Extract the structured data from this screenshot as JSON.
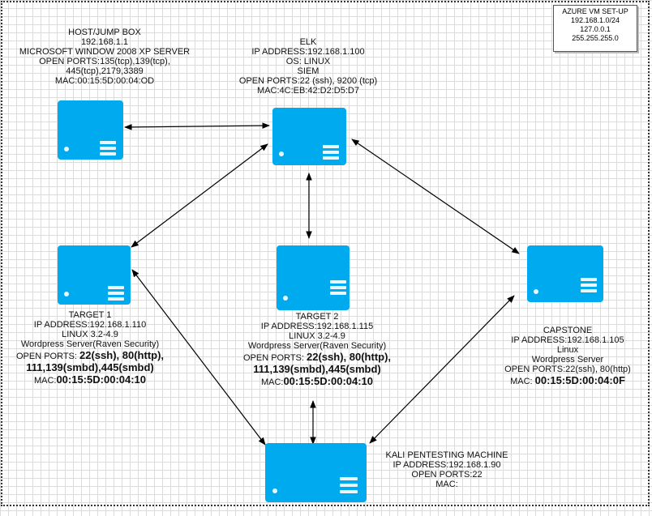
{
  "legend": {
    "lines": [
      "AZURE VM SET-UP",
      "192.168.1.0/24",
      "127.0.0.1",
      "255.255.255.0"
    ]
  },
  "nodes": {
    "host": {
      "lines": [
        "HOST/JUMP BOX",
        "192.168.1.1",
        "MICROSOFT WINDOW 2008 XP SERVER",
        "OPEN PORTS:135(tcp),139(tcp),",
        "445(tcp),2179,3389",
        "MAC:00:15:5D:00:04:OD"
      ]
    },
    "elk": {
      "lines": [
        "ELK",
        "IP ADDRESS:192.168.1.100",
        "OS: LINUX",
        "SIEM",
        "OPEN PORTS:22 (ssh), 9200 (tcp)",
        "MAC:4C:EB:42:D2:D5:D7"
      ]
    },
    "target1": {
      "line1": "TARGET 1",
      "line2": "IP ADDRESS:192.168.1.110",
      "line3": "LINUX 3.2-4.9",
      "line4": "Wordpress Server(Raven Security)",
      "ports_prefix": "OPEN PORTS: ",
      "ports_a": "22(ssh), 80(http),",
      "ports_b": "111,139(smbd),445(smbd)",
      "mac_prefix": "MAC:",
      "mac": "00:15:5D:00:04:10"
    },
    "target2": {
      "line1": "TARGET 2",
      "line2": "IP ADDRESS:192.168.1.115",
      "line3": "LINUX 3.2-4.9",
      "line4": "Wordpress Server(Raven Security)",
      "ports_prefix": "OPEN PORTS: ",
      "ports_a": "22(ssh), 80(http),",
      "ports_b": "111,139(smbd),445(smbd)",
      "mac_prefix": "MAC:",
      "mac": "00:15:5D:00:04:10"
    },
    "capstone": {
      "line1": "CAPSTONE",
      "line2": "IP ADDRESS:192.168.1.105",
      "line3": "Linux",
      "line4": "Wordpress Server",
      "line5": "OPEN PORTS:22(ssh), 80(http)",
      "mac_prefix": "MAC: ",
      "mac": "00:15:5D:00:04:0F"
    },
    "kali": {
      "lines": [
        "KALI PENTESTING MACHINE",
        "IP ADDRESS:192.168.1.90",
        "OPEN PORTS:22",
        "MAC:"
      ]
    }
  },
  "colors": {
    "server": "#00aaef",
    "server_slot": "#e9f7fd",
    "connector": "#000000"
  }
}
